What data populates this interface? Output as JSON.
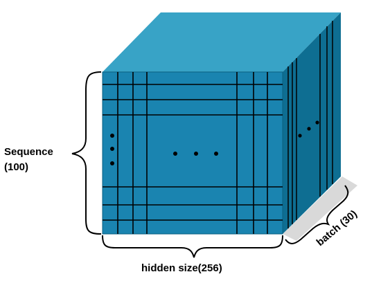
{
  "diagram": {
    "labels": {
      "sequence_line1": "Sequence",
      "sequence_line2": "(100)",
      "hidden": "hidden size(256)",
      "batch": "batch (30)"
    },
    "ellipsis_dots": "• • •",
    "colors": {
      "front_face": "#1a84b0",
      "top_face": "#38a3c6",
      "side_face": "#0e6e92",
      "grid_line": "#000000",
      "shadow": "#d9d9d9",
      "brace": "#000000"
    }
  }
}
